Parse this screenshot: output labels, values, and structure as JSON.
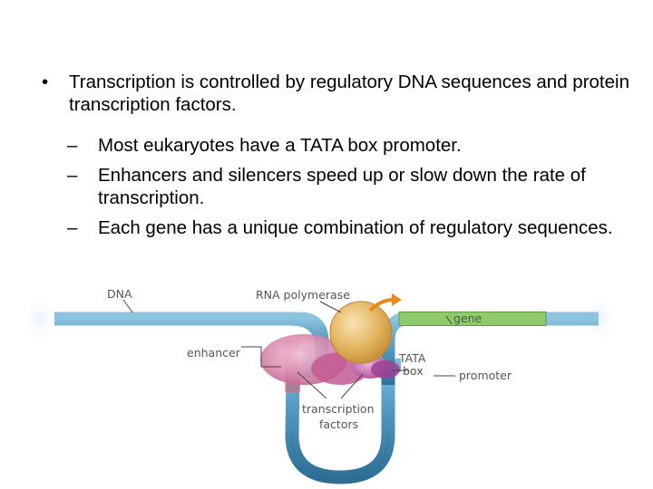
{
  "bullets": [
    {
      "text": "Transcription is controlled by regulatory DNA sequences and protein transcription factors.",
      "sub": [
        "Most eukaryotes have a TATA box promoter.",
        "Enhancers and silencers speed up or slow down the rate of transcription.",
        "Each gene has a unique combination of regulatory sequences."
      ]
    }
  ],
  "bullet_symbols": {
    "main": "•",
    "sub": "–"
  },
  "diagram": {
    "labels": {
      "dna": "DNA",
      "rna_polymerase": "RNA polymerase",
      "gene": "gene",
      "enhancer": "enhancer",
      "tata_line1": "TATA",
      "tata_line2": "box",
      "promoter": "promoter",
      "tf_line1": "transcription",
      "tf_line2": "factors"
    },
    "colors": {
      "dna": "#5a9fc4",
      "dna_dark": "#2f6f95",
      "gene": "#8ec96a",
      "polymerase": "#e2b35e",
      "enhancer_protein": "#cf6f9b",
      "tata_protein": "#b4579c",
      "arrow": "#e78b1f"
    }
  }
}
